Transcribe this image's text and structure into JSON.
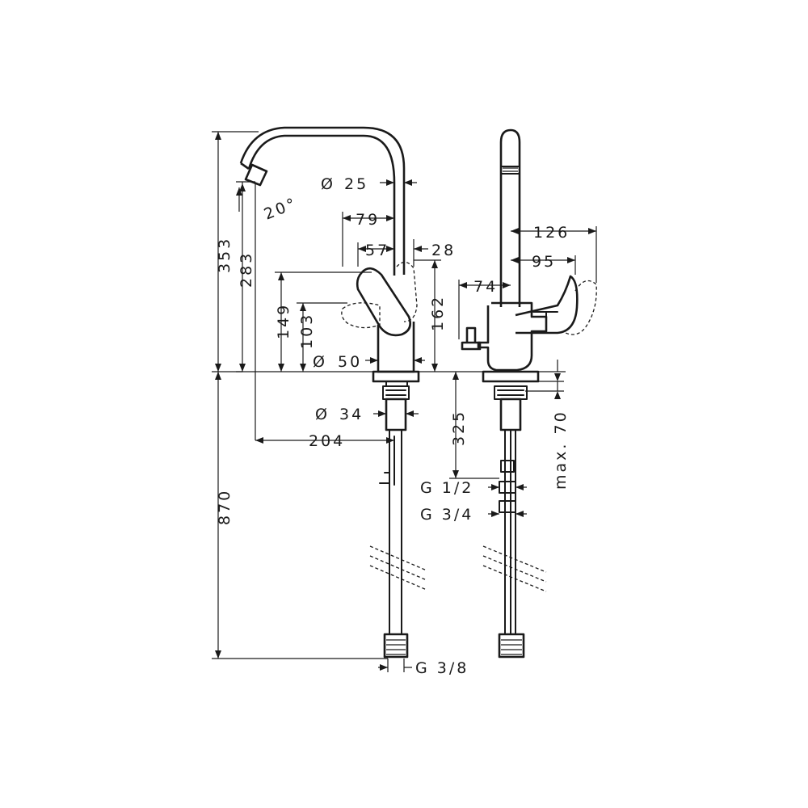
{
  "labels": {
    "side_total_height": "353",
    "side_spout_height": "283",
    "side_lever_height": "149",
    "side_lever_lower": "103",
    "spout_angle": "20°",
    "spout_diameter": "25",
    "base_diameter": "50",
    "shank_diameter": "34",
    "dim_79": "79",
    "dim_57": "57",
    "dim_28": "28",
    "dim_162": "162",
    "spout_reach": "204",
    "hose_length": "870",
    "connection_hose": "G 3/8",
    "front_126": "126",
    "front_95": "95",
    "front_74": "74",
    "front_325": "325",
    "front_max70": "max. 70",
    "thread_half": "G 1/2",
    "thread_three_quarter": "G 3/4"
  },
  "symbols": {
    "diameter": "Ø"
  }
}
